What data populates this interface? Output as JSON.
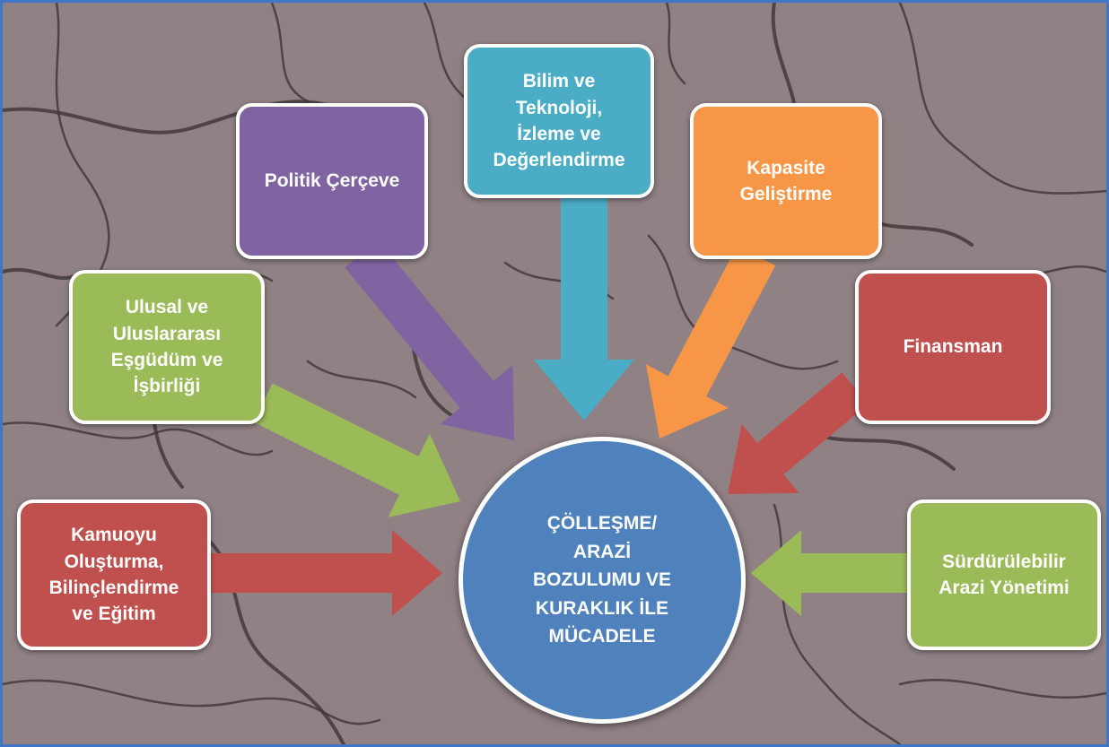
{
  "center": {
    "label": "ÇÖLLEŞME/\nARAZİ\nBOZULUMU VE\nKURAKLIK İLE\nMÜCADELE",
    "color": "#4f81bd"
  },
  "nodes": [
    {
      "id": "kamuoyu",
      "label": "Kamuoyu\nOluşturma,\nBilinçlendirme\nve Eğitim",
      "color": "#c0504d"
    },
    {
      "id": "ulusal",
      "label": "Ulusal ve\nUluslararası\nEşgüdüm ve\nİşbirliği",
      "color": "#9bbb59"
    },
    {
      "id": "politik",
      "label": "Politik Çerçeve",
      "color": "#8064a2"
    },
    {
      "id": "bilim",
      "label": "Bilim ve\nTeknoloji,\nİzleme ve\nDeğerlendirme",
      "color": "#4bacc6"
    },
    {
      "id": "kapasite",
      "label": "Kapasite\nGeliştirme",
      "color": "#f79646"
    },
    {
      "id": "finansman",
      "label": "Finansman",
      "color": "#c0504d"
    },
    {
      "id": "surdurulebilir",
      "label": "Sürdürülebilir\nArazi Yönetimi",
      "color": "#9bbb59"
    }
  ],
  "background": {
    "color": "#8f8184",
    "crack_color": "#3d3537"
  }
}
